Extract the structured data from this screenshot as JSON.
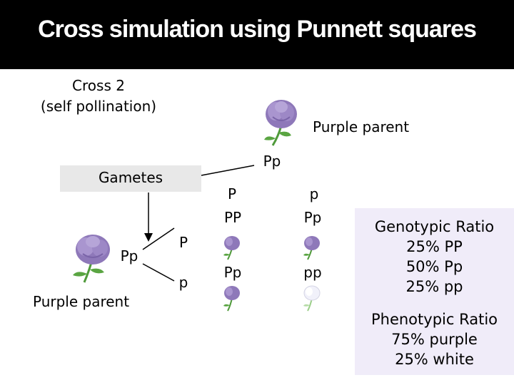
{
  "title": "Cross simulation using Punnett squares",
  "cross": {
    "label": "Cross 2",
    "sublabel": "(self pollination)"
  },
  "top_parent": {
    "label": "Purple parent",
    "genotype": "Pp"
  },
  "left_parent": {
    "label": "Purple parent",
    "genotype": "Pp"
  },
  "gametes_label": "Gametes",
  "punnett": {
    "column_alleles": [
      "P",
      "p"
    ],
    "row_alleles": [
      "P",
      "p"
    ],
    "cells": [
      [
        "PP",
        "Pp"
      ],
      [
        "Pp",
        "pp"
      ]
    ],
    "cell_colors": [
      [
        "purple",
        "purple"
      ],
      [
        "purple",
        "white"
      ]
    ]
  },
  "genotypic_ratio": {
    "heading": "Genotypic Ratio",
    "lines": [
      "25% PP",
      "50% Pp",
      "25% pp"
    ]
  },
  "phenotypic_ratio": {
    "heading": "Phenotypic Ratio",
    "lines": [
      "75% purple",
      "25% white"
    ]
  },
  "colors": {
    "purple_flower": "#9b86c4",
    "white_flower": "#f1f1fa",
    "stem": "#4f9a3a",
    "title_bar": "#000000",
    "panel": "#f0ecf9"
  }
}
